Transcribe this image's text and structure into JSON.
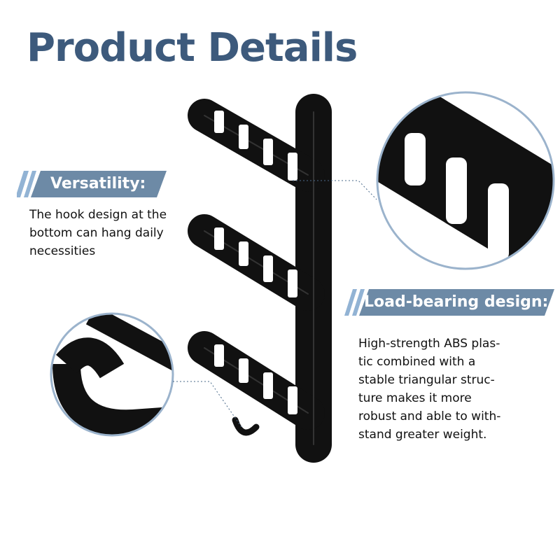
{
  "title": "Product Details",
  "colors": {
    "title": "#3d5a7c",
    "banner": "#6d8aa6",
    "stripe": "#92b3d4",
    "product": "#111111"
  },
  "sections": [
    {
      "heading": "Versatility:",
      "lines": [
        "The hook design at the",
        "bottom can hang daily",
        "necessities"
      ]
    },
    {
      "heading": "Load-bearing design:",
      "lines": [
        "High-strength ABS plas-",
        "tic combined with a",
        "stable triangular struc-",
        "ture makes it more",
        "robust and able to with-",
        "stand greater weight."
      ]
    }
  ]
}
